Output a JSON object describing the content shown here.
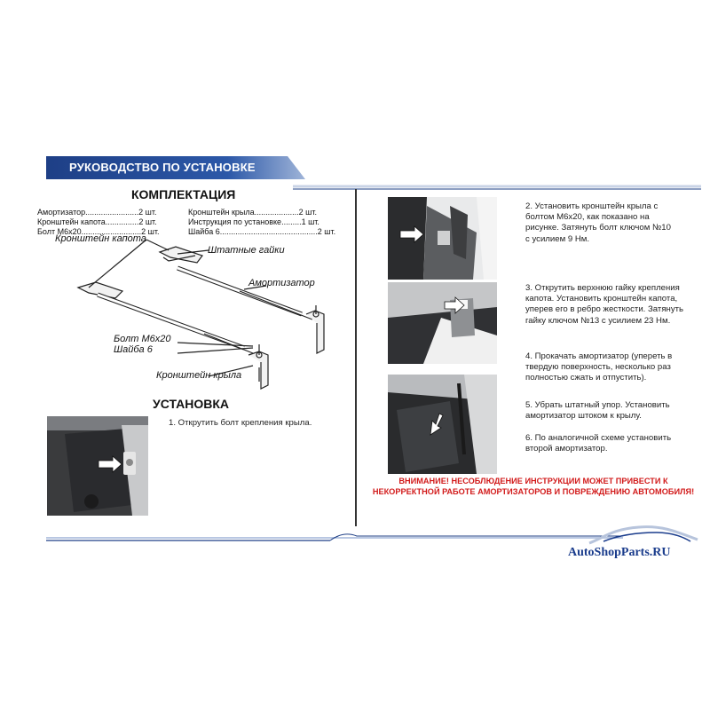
{
  "header": {
    "title": "РУКОВОДСТВО ПО УСТАНОВКЕ"
  },
  "kit": {
    "title": "КОМПЛЕКТАЦИЯ",
    "left_items": [
      "Амортизатор........................2 шт.",
      "Кронштейн капота...............2 шт.",
      "Болт М6х20...........................2 шт."
    ],
    "right_items": [
      "Кронштейн крыла....................2 шт.",
      "Инструкция по установке.........1 шт.",
      "Шайба 6............................................2 шт."
    ]
  },
  "diagram": {
    "labels": {
      "hood_bracket": "Кронштейн капота",
      "nuts": "Штатные гайки",
      "shock": "Амортизатор",
      "bolt": "Болт М6х20",
      "washer": "Шайба 6",
      "wing_bracket": "Кронштейн крыла"
    }
  },
  "install": {
    "title": "УСТАНОВКА",
    "step1": "1.  Открутить болт крепления крыла."
  },
  "steps_right": {
    "step2": "2. Установить кронштейн крыла с болтом М6х20, как показано на рисунке. Затянуть болт ключом №10 с усилием 9 Нм.",
    "step3": "3. Открутить верхнюю гайку крепления капота. Установить кронштейн капота, уперев его в ребро жесткости. Затянуть гайку ключом №13 с усилием 23 Нм.",
    "step4": "4. Прокачать амортизатор (упереть в твердую поверхность, несколько раз полностью сжать и отпустить).",
    "step5": "5. Убрать штатный упор. Установить амортизатор штоком к крылу.",
    "step6": "6. По аналогичной схеме установить второй амортизатор."
  },
  "warning": "ВНИМАНИЕ! НЕСОБЛЮДЕНИЕ ИНСТРУКЦИИ МОЖЕТ ПРИВЕСТИ К НЕКОРРЕКТНОЙ РАБОТЕ АМОРТИЗАТОРОВ И ПОВРЕЖДЕНИЮ АВТОМОБИЛЯ!",
  "brand": {
    "logo_text": "AutoShopParts.RU"
  },
  "colors": {
    "banner_dark": "#1e3f86",
    "banner_light": "#9fb4d8",
    "warning": "#d21b1b",
    "brand": "#1a3c8c"
  }
}
